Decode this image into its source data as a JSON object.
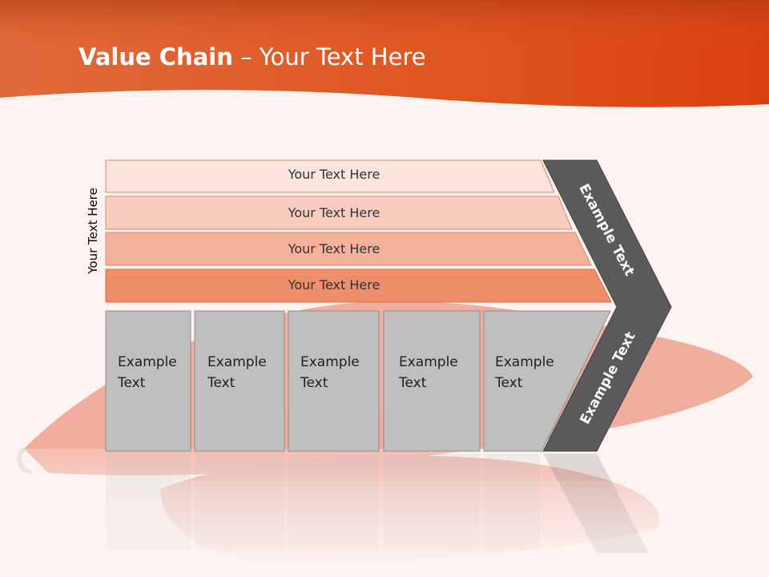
{
  "slide": {
    "title_bold": "Value Chain",
    "title_rest": " – Your Text Here",
    "vertical_label": "Your Text Here"
  },
  "bands": [
    {
      "label": "Your Text Here",
      "color": "#fce4de"
    },
    {
      "label": "Your Text Here",
      "color": "#f8cdbf"
    },
    {
      "label": "Your Text Here",
      "color": "#f4b29c"
    },
    {
      "label": "Your Text Here",
      "color": "#ee8e6a"
    }
  ],
  "boxes": [
    {
      "line1": "Example",
      "line2": "Text"
    },
    {
      "line1": "Example",
      "line2": "Text"
    },
    {
      "line1": "Example",
      "line2": "Text"
    },
    {
      "line1": "Example",
      "line2": "Text"
    },
    {
      "line1": "Example",
      "line2": "Text"
    }
  ],
  "chevron": {
    "upper_label": "Example Text",
    "lower_label": "Example Text",
    "color": "#5a5a5a"
  },
  "colors": {
    "header_orange": "#e0521e",
    "box_gray": "#bfbfbf",
    "background": "#fdf4f2"
  }
}
